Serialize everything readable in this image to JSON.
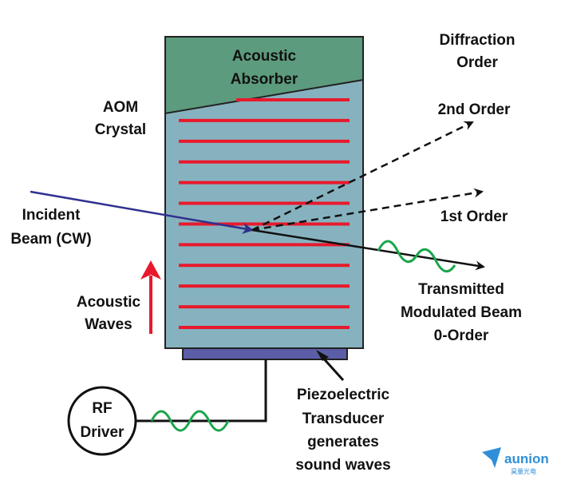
{
  "labels": {
    "diffraction_order_line1": "Diffraction",
    "diffraction_order_line2": "Order",
    "acoustic_absorber_line1": "Acoustic",
    "acoustic_absorber_line2": "Absorber",
    "aom_crystal_line1": "AOM",
    "aom_crystal_line2": "Crystal",
    "second_order": "2nd Order",
    "first_order": "1st Order",
    "incident_beam_line1": "Incident",
    "incident_beam_line2": "Beam (CW)",
    "acoustic_waves_line1": "Acoustic",
    "acoustic_waves_line2": "Waves",
    "transmitted_line1": "Transmitted",
    "transmitted_line2": "Modulated Beam",
    "transmitted_line3": "0-Order",
    "piezo_line1": "Piezoelectric",
    "piezo_line2": "Transducer",
    "piezo_line3": "generates",
    "piezo_line4": "sound waves",
    "rf_driver_line1": "RF",
    "rf_driver_line2": "Driver"
  },
  "logo": {
    "text": "aunion",
    "subtext": "昊量光电"
  },
  "colors": {
    "crystal": "#86b2bf",
    "absorber": "#5c9b7d",
    "acoustic_lines": "#e8192c",
    "incident_beam": "#2f318e",
    "transducer": "#5b5ea6",
    "rf_wave": "#1aa64a",
    "arrow_red": "#e8192c",
    "logo": "#2f8fd8"
  },
  "acoustic_wavefront_count": 12
}
